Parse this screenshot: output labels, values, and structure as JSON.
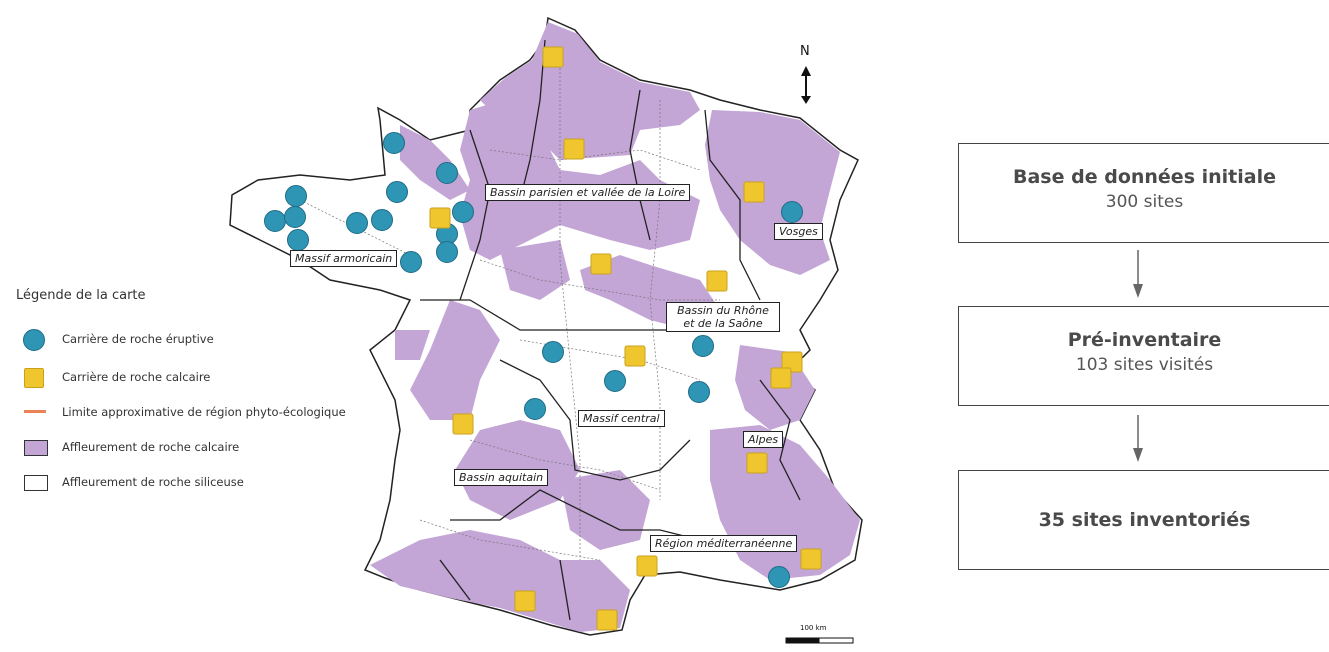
{
  "colors": {
    "calcaire_fill": "#c3a5d6",
    "eruptive": "#2f95b5",
    "calcaire_quarry": "#f0c62f",
    "limite": "#ee8257",
    "arrow": "#666666"
  },
  "map": {
    "north_label": "N",
    "scale_label": "100 km",
    "regions": [
      "Bassin parisien et vallée de la Loire",
      "Vosges",
      "Massif armoricain",
      "Bassin du Rhône et de la Saône",
      "Massif central",
      "Alpes",
      "Bassin aquitain",
      "Région méditerranéenne"
    ]
  },
  "legend": {
    "title": "Légende de la carte",
    "items": [
      {
        "symbol": "circle",
        "label": "Carrière de roche éruptive"
      },
      {
        "symbol": "square",
        "label": "Carrière de roche calcaire"
      },
      {
        "symbol": "line",
        "label": "Limite approximative de région phyto-écologique"
      },
      {
        "symbol": "rect-purple",
        "label": "Affleurement de roche calcaire"
      },
      {
        "symbol": "rect-white",
        "label": "Affleurement de roche siliceuse"
      }
    ]
  },
  "flow": {
    "step1_title": "Base de données initiale",
    "step1_sub": "300 sites",
    "step2_title": "Pré-inventaire",
    "step2_sub": "103 sites visités",
    "step3_title": "35 sites inventoriés"
  }
}
